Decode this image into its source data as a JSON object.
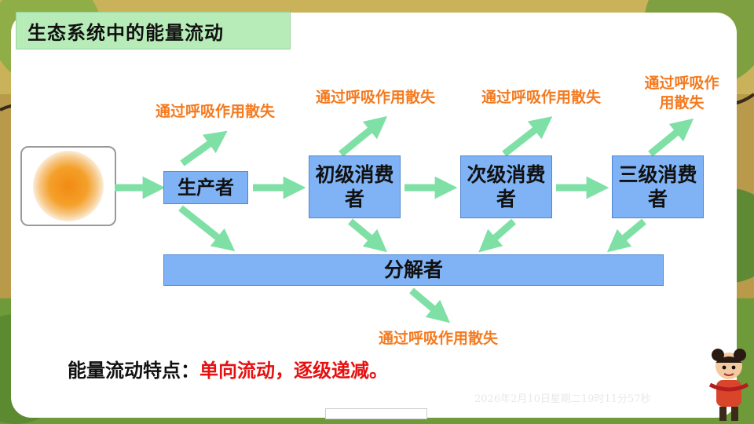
{
  "title": "生态系统中的能量流动",
  "nodes": {
    "producer": "生产者",
    "primary_consumer": "初级消费者",
    "secondary_consumer": "次级消费者",
    "tertiary_consumer": "三级消费者",
    "decomposer": "分解者"
  },
  "respiration_loss_label": "通过呼吸作用散失",
  "feature": {
    "label": "能量流动特点：",
    "highlight": "单向流动，逐级递减。"
  },
  "timestamp": "2026年2月10日星期二19时11分57秒",
  "colors": {
    "title_bg": "#b7ecb8",
    "node_fill": "#7fb3f5",
    "arrow": "#7fe0a6",
    "loss_text": "#f47a1f",
    "highlight_text": "#e81010"
  }
}
